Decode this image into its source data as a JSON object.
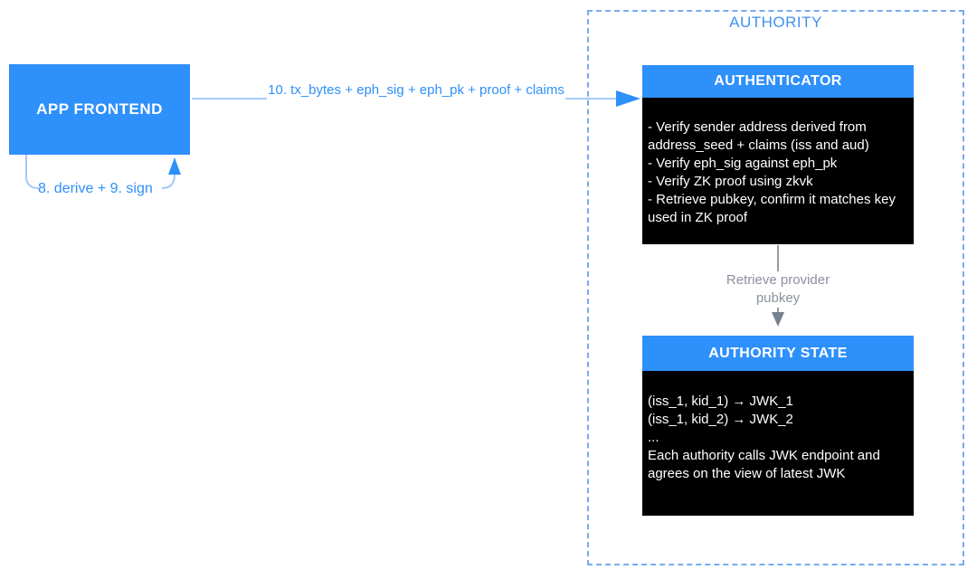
{
  "container": {
    "title": "AUTHORITY"
  },
  "nodes": {
    "app_frontend": {
      "label": "APP FRONTEND"
    },
    "authenticator": {
      "title": "AUTHENTICATOR",
      "body": "- Verify sender address derived from address_seed + claims (iss and aud)\n- Verify eph_sig against eph_pk\n- Verify ZK proof using zkvk\n- Retrieve pubkey, confirm it matches key used in ZK proof"
    },
    "authority_state": {
      "title": "AUTHORITY STATE",
      "body": "(iss_1, kid_1) → JWK_1\n(iss_1, kid_2) → JWK_2\n...\nEach authority calls JWK endpoint and agrees on the view of latest JWK"
    }
  },
  "edges": {
    "tx": {
      "label": "10. tx_bytes + eph_sig + eph_pk + proof + claims"
    },
    "derive_sign": {
      "label": "8. derive + 9. sign"
    },
    "retrieve": {
      "label": "Retrieve provider pubkey"
    }
  },
  "colors": {
    "node_blue": "#2E90FA",
    "edge_light_blue": "#A6C9F7",
    "label_blue": "#2E90FA",
    "authority_border_blue": "#76ACF1",
    "authority_title_blue": "#4190F0",
    "edge_gray": "#959CA8",
    "edge_gray_head": "#78808E",
    "gray_text": "#8A919F",
    "node_body_black": "#000000"
  }
}
